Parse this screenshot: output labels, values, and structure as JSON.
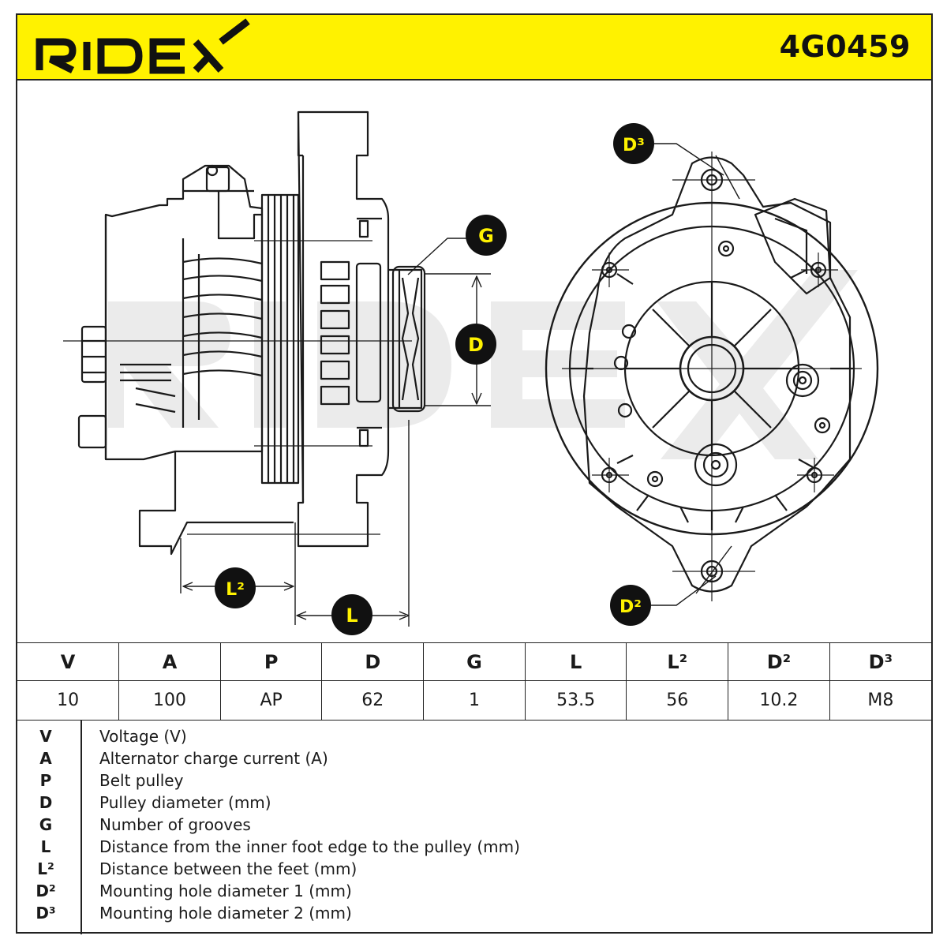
{
  "brand": {
    "name": "RIDEX"
  },
  "part_number": "4G0459",
  "diagram_labels": {
    "G": "G",
    "D": "D",
    "D3": "D³",
    "D2": "D²",
    "L2": "L²",
    "L": "L"
  },
  "watermark_icon": "ridex-watermark",
  "colors": {
    "accent": "#fff200",
    "line": "#1a1a1a",
    "badge": "#111111"
  },
  "table": {
    "headers": [
      "V",
      "A",
      "P",
      "D",
      "G",
      "L",
      "L²",
      "D²",
      "D³"
    ],
    "values": [
      "10",
      "100",
      "AP",
      "62",
      "1",
      "53.5",
      "56",
      "10.2",
      "M8"
    ]
  },
  "legend": [
    {
      "abbr": "V",
      "desc": "Voltage (V)"
    },
    {
      "abbr": "A",
      "desc": "Alternator charge current (A)"
    },
    {
      "abbr": "P",
      "desc": "Belt pulley"
    },
    {
      "abbr": "D",
      "desc": "Pulley diameter (mm)"
    },
    {
      "abbr": "G",
      "desc": "Number of grooves"
    },
    {
      "abbr": "L",
      "desc": "Distance from the inner foot edge to the pulley (mm)"
    },
    {
      "abbr": "L²",
      "desc": "Distance between the feet (mm)"
    },
    {
      "abbr": "D²",
      "desc": "Mounting hole diameter 1 (mm)"
    },
    {
      "abbr": "D³",
      "desc": "Mounting hole diameter 2 (mm)"
    }
  ]
}
